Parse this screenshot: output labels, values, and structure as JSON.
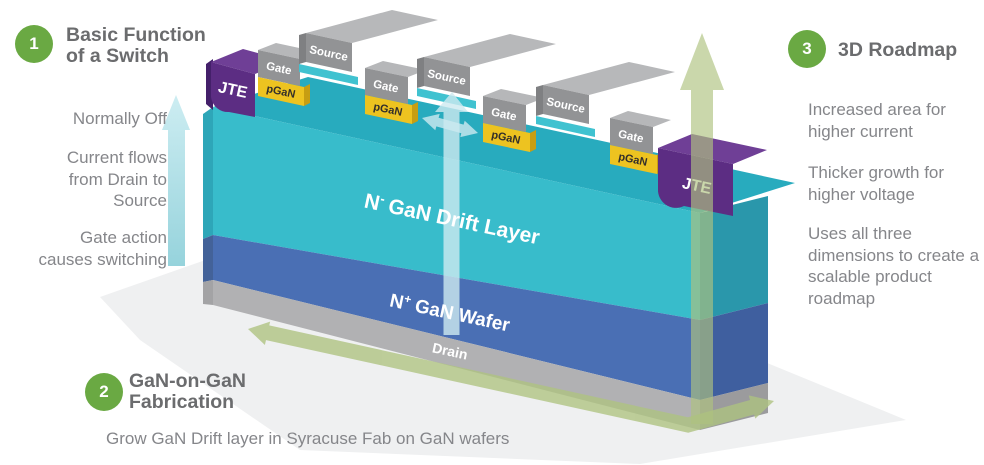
{
  "step1": {
    "number": "1",
    "title_line1": "Basic Function",
    "title_line2": "of a Switch"
  },
  "left_notes": {
    "note1": "Normally Off",
    "note2_line1": "Current flows",
    "note2_line2": "from Drain to",
    "note2_line3": "Source",
    "note3_line1": "Gate action",
    "note3_line2": "causes switching"
  },
  "step2": {
    "number": "2",
    "title_line1": "GaN-on-GaN",
    "title_line2": "Fabrication",
    "caption": "Grow GaN Drift layer in Syracuse Fab on GaN wafers"
  },
  "step3": {
    "number": "3",
    "title": "3D Roadmap"
  },
  "right_notes": {
    "note1_line1": "Increased area for",
    "note1_line2": "higher current",
    "note2_line1": "Thicker growth for",
    "note2_line2": "higher voltage",
    "note3_line1": "Uses all three",
    "note3_line2": "dimensions to create a",
    "note3_line3": "scalable product",
    "note3_line4": "roadmap"
  },
  "device": {
    "jte_left": "JTE",
    "jte_right": "JTE",
    "gate1": "Gate",
    "gate2": "Gate",
    "gate3": "Gate",
    "gate4": "Gate",
    "pgan1": "pGaN",
    "pgan2": "pGaN",
    "pgan3": "pGaN",
    "pgan4": "pGaN",
    "source1": "Source",
    "source2": "Source",
    "source3": "Source",
    "drift_n": "N",
    "drift_sup": "-",
    "drift_rest": "GaN Drift Layer",
    "wafer_n": "N",
    "wafer_sup": "+",
    "wafer_rest": "GaN Wafer",
    "drain_label": "Drain"
  },
  "colors": {
    "badge_green": "#6aa943",
    "heading_gray": "#6b6c6e",
    "body_gray": "#85868a",
    "drift_teal_front": "#38bccb",
    "drift_teal_top": "#28abbe",
    "wafer_blue": "#4a6fb4",
    "drain_gray": "#b1b1b3",
    "jte_purple": "#5c2d83",
    "pgan_yellow": "#edc320",
    "metal_gray": "#929395",
    "arrow_green": "#aec380",
    "arrow_light_blue": "#cdeaf0"
  }
}
